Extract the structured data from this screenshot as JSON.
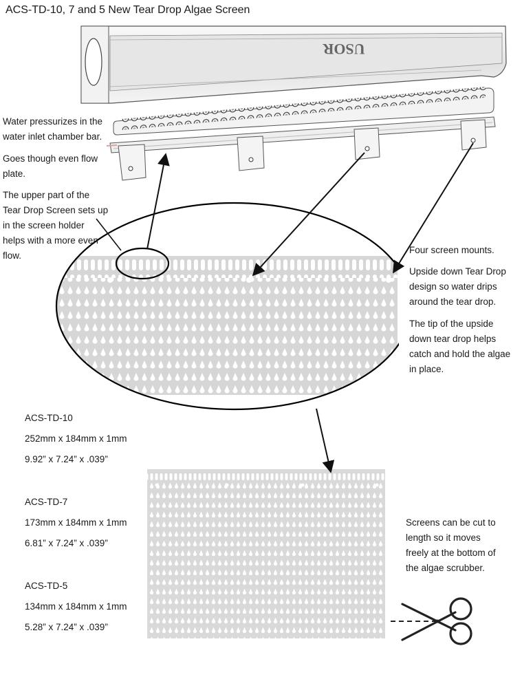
{
  "title": "ACS-TD-10, 7 and 5 New Tear Drop Algae Screen",
  "brand_mark": "USOR",
  "callouts": {
    "water_pressure": "Water pressurizes in the\nwater inlet chamber bar.",
    "flow_plate": "Goes though even flow\nplate.",
    "upper_part": "The upper part of the\nTear Drop Screen sets up\nin the  screen holder\nhelps with a more even\nflow.",
    "mounts": "Four screen mounts.",
    "upside_down": "Upside down Tear Drop\ndesign so water drips\naround the tear drop.",
    "tip": "The tip of the upside\ndown tear drop helps\ncatch and hold the algae\nin place.",
    "cut": "Screens can be cut to\nlength so it moves\nfreely at the bottom of\nthe algae scrubber."
  },
  "specs": [
    {
      "model": "ACS-TD-10",
      "metric": "252mm x 184mm x 1mm",
      "imperial": "9.92” x 7.24” x .039”"
    },
    {
      "model": "ACS-TD-7",
      "metric": "173mm x 184mm x 1mm",
      "imperial": "6.81” x 7.24” x .039”"
    },
    {
      "model": "ACS-TD-5",
      "metric": "134mm x 184mm x 1mm",
      "imperial": "5.28” x 7.24” x .039”"
    }
  ],
  "icons": {
    "cut": "scissors-icon"
  }
}
